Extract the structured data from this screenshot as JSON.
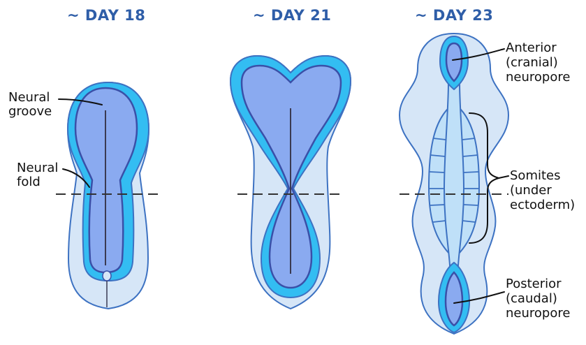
{
  "stages": {
    "day18": {
      "label": "~ DAY 18"
    },
    "day21": {
      "label": "~ DAY 21"
    },
    "day23": {
      "label": "~ DAY 23"
    }
  },
  "labels": {
    "neural_groove": [
      "Neural",
      "groove"
    ],
    "neural_fold": [
      "Neural",
      "fold"
    ],
    "anterior_neuropore": [
      "Anterior",
      "(cranial)",
      "neuropore"
    ],
    "somites": [
      "Somites",
      "(under",
      "ectoderm)"
    ],
    "posterior_neuropore": [
      "Posterior",
      "(caudal)",
      "neuropore"
    ]
  },
  "colors": {
    "ectoderm": "#d6e6f7",
    "ectoderm_stroke": "#3d72c2",
    "neural_fold": "#33bdf2",
    "neural_plate": "#8aaaf0",
    "neural_plate_stroke": "#3a50a8",
    "tube": "#bfe0f8",
    "label": "#2f5ea8"
  }
}
